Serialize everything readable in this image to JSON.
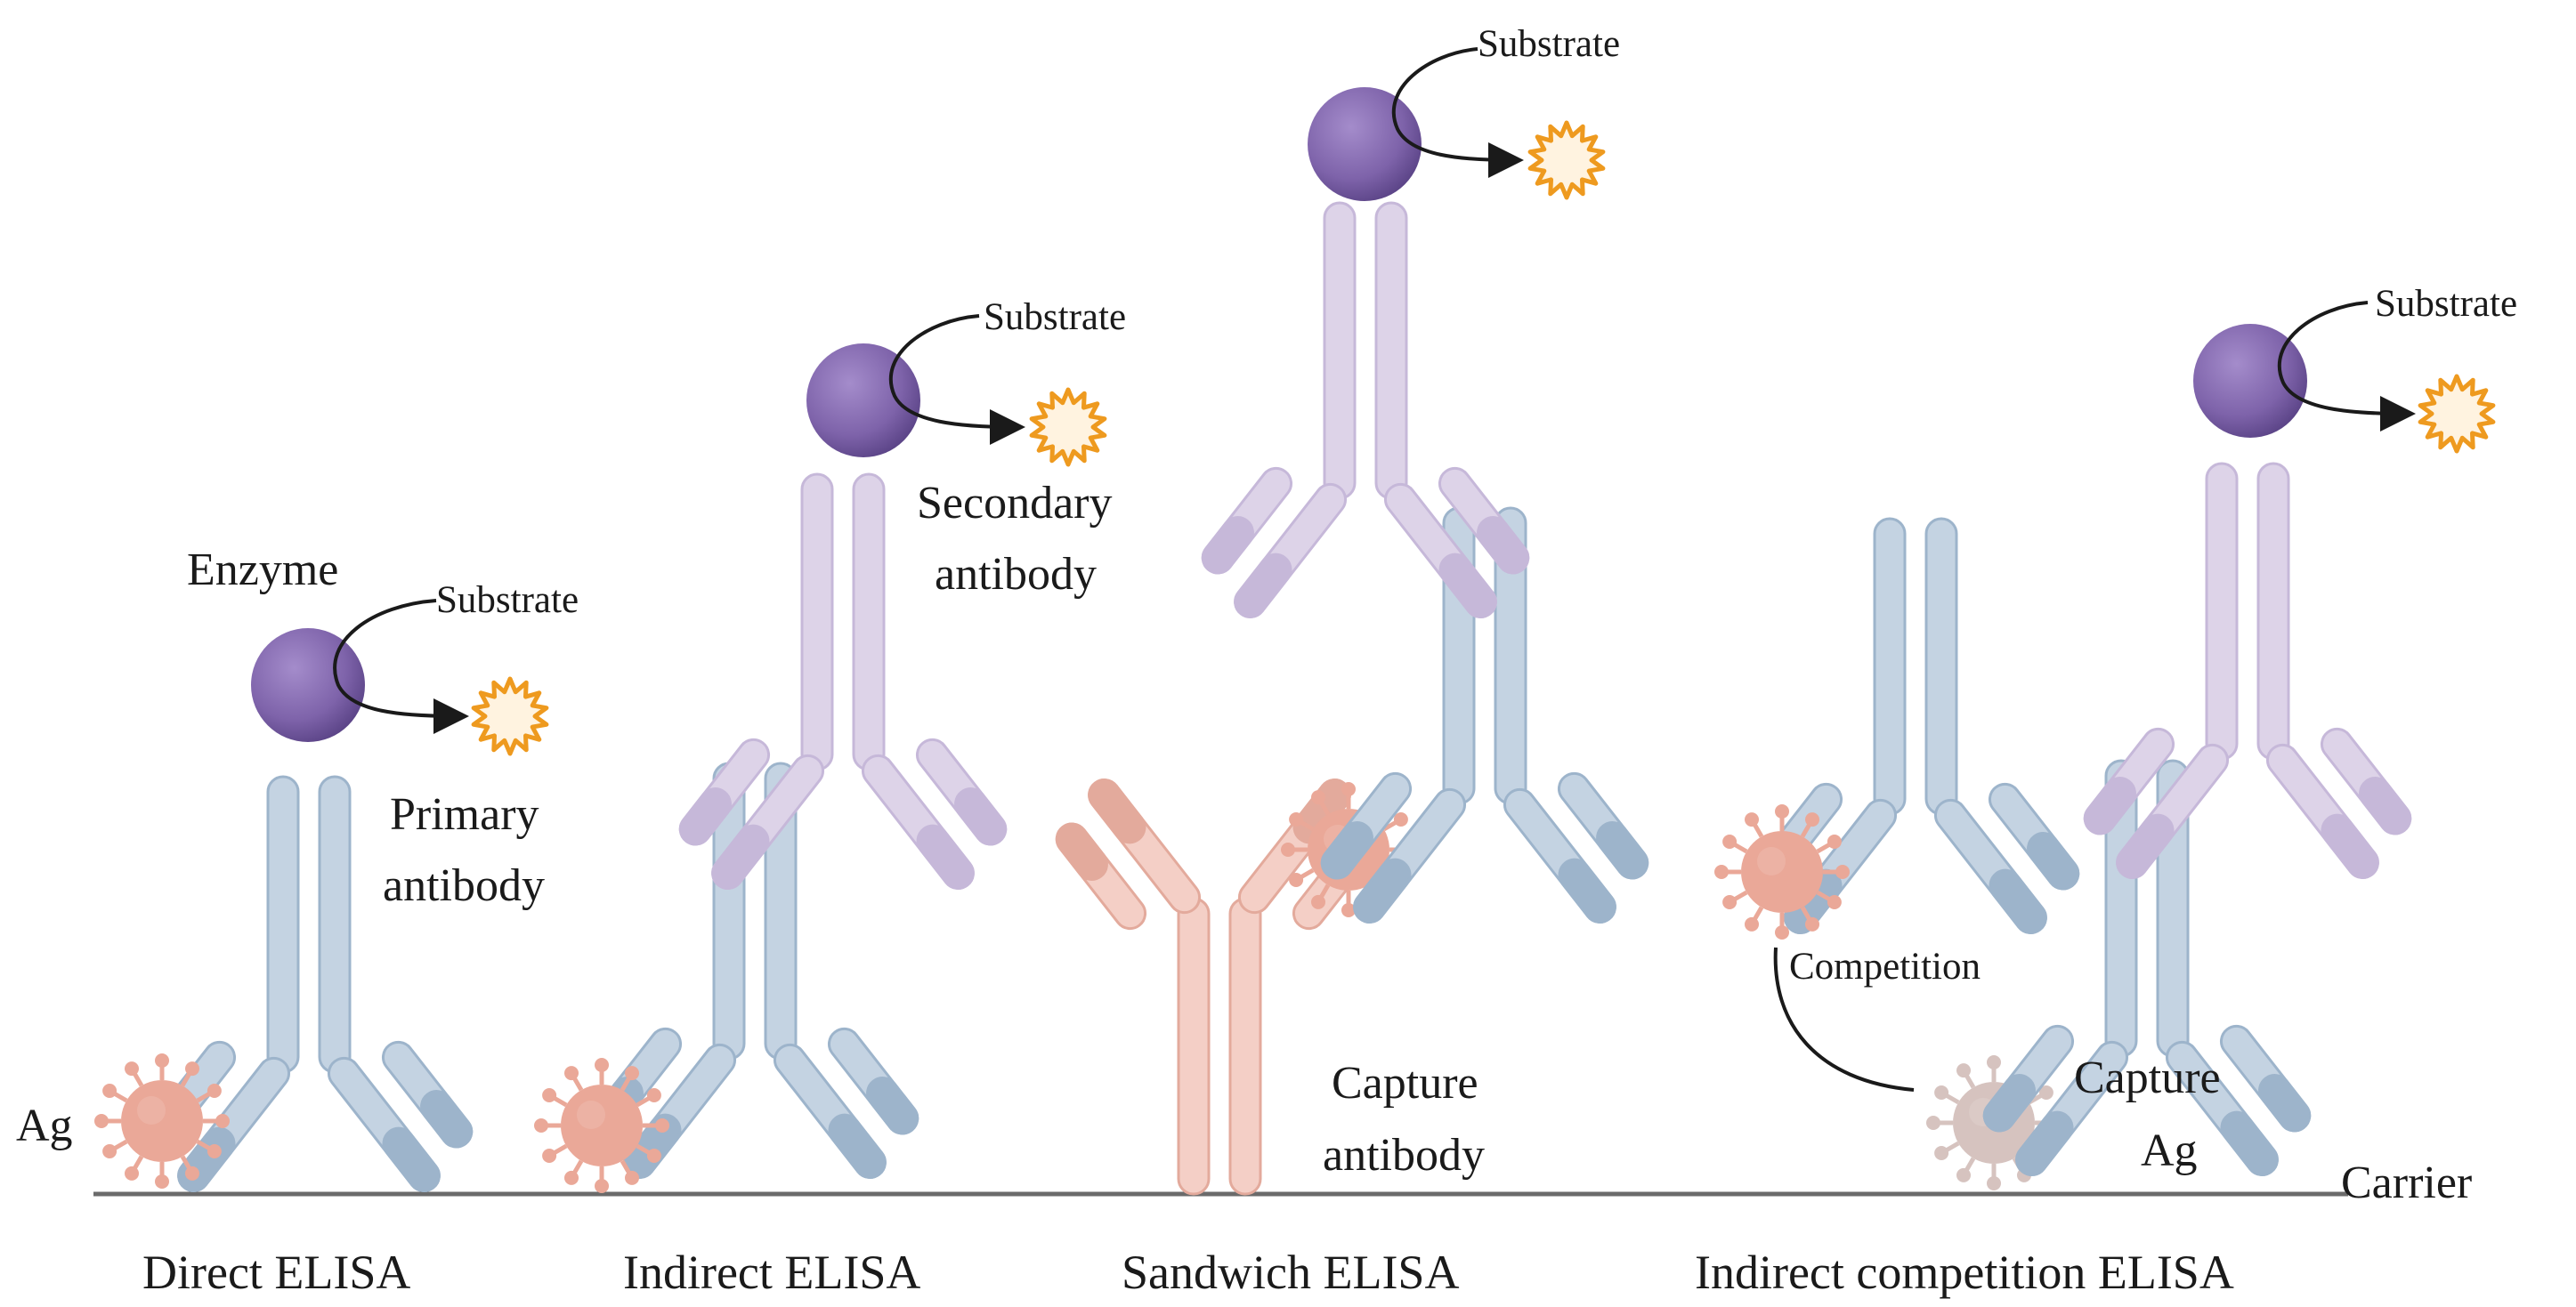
{
  "colors": {
    "enzyme": "#7e63aa",
    "enzyme_dark": "#5a4386",
    "primary_antibody": "#c4d3e2",
    "primary_antibody_dark": "#9db4cb",
    "secondary_antibody": "#ddd3e8",
    "secondary_antibody_dark": "#c6b8d9",
    "capture_antibody": "#f4cfc6",
    "capture_antibody_dark": "#e3aa9c",
    "antigen": "#eaa898",
    "antigen_dark": "#d98f7e",
    "competitor_antigen": "#d6c3bf",
    "product_fill": "#fff3e0",
    "product_stroke": "#ee9a1f",
    "carrier_line": "#6b6b6b"
  },
  "icons": [
    "enzyme-icon",
    "antibody-icon",
    "antigen-icon",
    "product-star-icon",
    "reaction-arrow-icon"
  ],
  "labels": {
    "enzyme": "Enzyme",
    "substrate": "Substrate",
    "primary_antibody_line1": "Primary",
    "primary_antibody_line2": "antibody",
    "secondary_antibody_line1": "Secondary",
    "secondary_antibody_line2": "antibody",
    "capture_antibody_line1": "Capture",
    "capture_antibody_line2": "antibody",
    "capture_ag_line1": "Capture",
    "capture_ag_line2": "Ag",
    "ag": "Ag",
    "competition": "Competition",
    "carrier": "Carrier"
  },
  "panels": [
    {
      "title": "Direct ELISA"
    },
    {
      "title": "Indirect ELISA"
    },
    {
      "title": "Sandwich ELISA"
    },
    {
      "title": "Indirect competition ELISA"
    }
  ]
}
